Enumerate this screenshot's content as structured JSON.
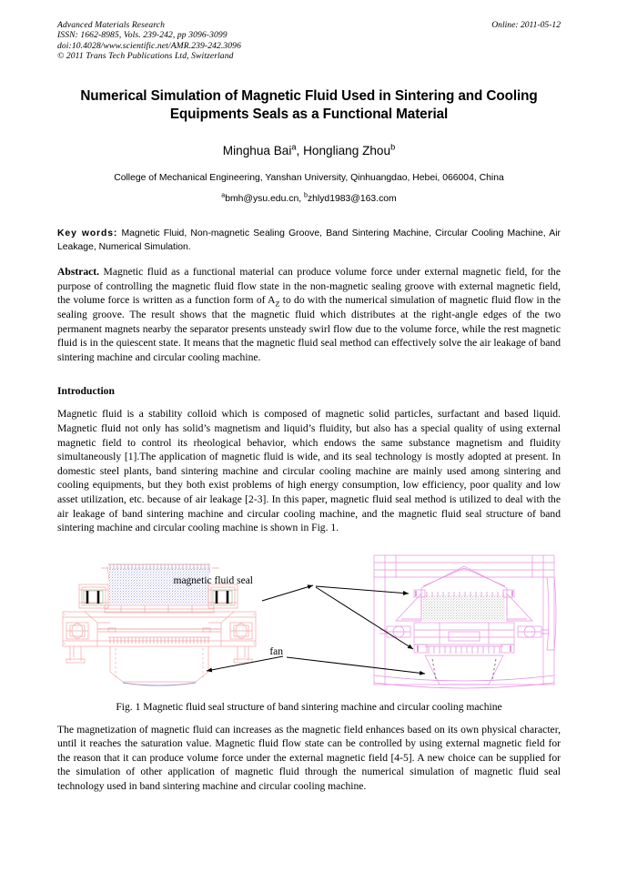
{
  "masthead": {
    "journal": "Advanced Materials Research",
    "issn_line": "ISSN: 1662-8985, Vols. 239-242, pp 3096-3099",
    "doi_line": "doi:10.4028/www.scientific.net/AMR.239-242.3096",
    "copyright_line": "© 2011 Trans Tech Publications Ltd, Switzerland",
    "online_date": "Online: 2011-05-12"
  },
  "title": {
    "line1": "Numerical Simulation of Magnetic Fluid Used in Sintering and Cooling",
    "line2": "Equipments Seals as a Functional Material"
  },
  "authors": {
    "name1": "Minghua Bai",
    "mark1": "a",
    "separator": ", ",
    "name2": "Hongliang Zhou",
    "mark2": "b",
    "affiliation": "College of Mechanical Engineering, Yanshan University, Qinhuangdao, Hebei, 066004, China",
    "email_mark1": "a",
    "email1": "bmh@ysu.edu.cn,",
    "email_mark2": "b",
    "email2": "zhlyd1983@163.com"
  },
  "keywords": {
    "label": "Key words:",
    "text": "Magnetic Fluid, Non-magnetic Sealing Groove, Band Sintering Machine, Circular Cooling Machine, Air Leakage, Numerical Simulation."
  },
  "abstract": {
    "label": "Abstract.",
    "part1": "Magnetic fluid as a functional material can produce volume force under external magnetic field, for the purpose of controlling the magnetic fluid flow state in the non-magnetic sealing groove with external magnetic field, the volume force is written as a function form of A",
    "subscript": "Z",
    "part2": " to do with the numerical simulation of magnetic fluid flow in the sealing groove. The result shows that the magnetic fluid which distributes at the right-angle edges of the two permanent magnets nearby the separator presents unsteady swirl flow due to the volume force, while the rest magnetic fluid is in the quiescent state. It means that the magnetic fluid seal method can effectively solve the air leakage of band sintering machine and circular cooling machine."
  },
  "introduction": {
    "heading": "Introduction",
    "paragraph": "Magnetic fluid is a stability colloid which is composed of magnetic solid particles, surfactant and based liquid. Magnetic fluid not only has solid’s magnetism and liquid’s fluidity, but also has a special quality of using external magnetic field to control its rheological behavior, which endows the same substance magnetism and fluidity simultaneously [1].The application of magnetic fluid is wide, and its seal technology is mostly adopted at present. In domestic steel plants, band sintering machine and circular cooling machine are mainly used among sintering and cooling equipments, but they both exist problems of high energy consumption, low efficiency, poor quality and low asset utilization, etc. because of air leakage [2-3]. In this paper, magnetic fluid seal method is utilized to deal with the air leakage of band sintering machine and circular cooling machine, and the magnetic fluid seal structure of band sintering machine and circular cooling machine is shown in Fig. 1."
  },
  "figure": {
    "label_seal": "magnetic fluid seal",
    "label_fan": "fan",
    "caption": "Fig. 1 Magnetic fluid seal structure of band sintering machine and circular cooling machine",
    "colors": {
      "left_drawing": "#f0a8a8",
      "left_drawing_dark": "#e08c8c",
      "right_drawing": "#e58fe0",
      "right_drawing_dark": "#cf6fcf",
      "green_accent": "#9ccf9c",
      "magnet_black": "#111111",
      "material_blue": "#8a8ad0",
      "material_gray": "#9a9a9a",
      "leader_line": "#000000"
    }
  },
  "closing": {
    "paragraph": "The magnetization of magnetic fluid can increases as the magnetic field enhances based on its own physical character, until it reaches the saturation value. Magnetic fluid flow state can be controlled by using external magnetic field for the reason that it can produce volume force under the external magnetic field [4-5]. A new choice can be supplied for the simulation of other application of magnetic fluid through the numerical simulation of magnetic fluid seal technology used in band sintering machine and circular cooling machine."
  }
}
